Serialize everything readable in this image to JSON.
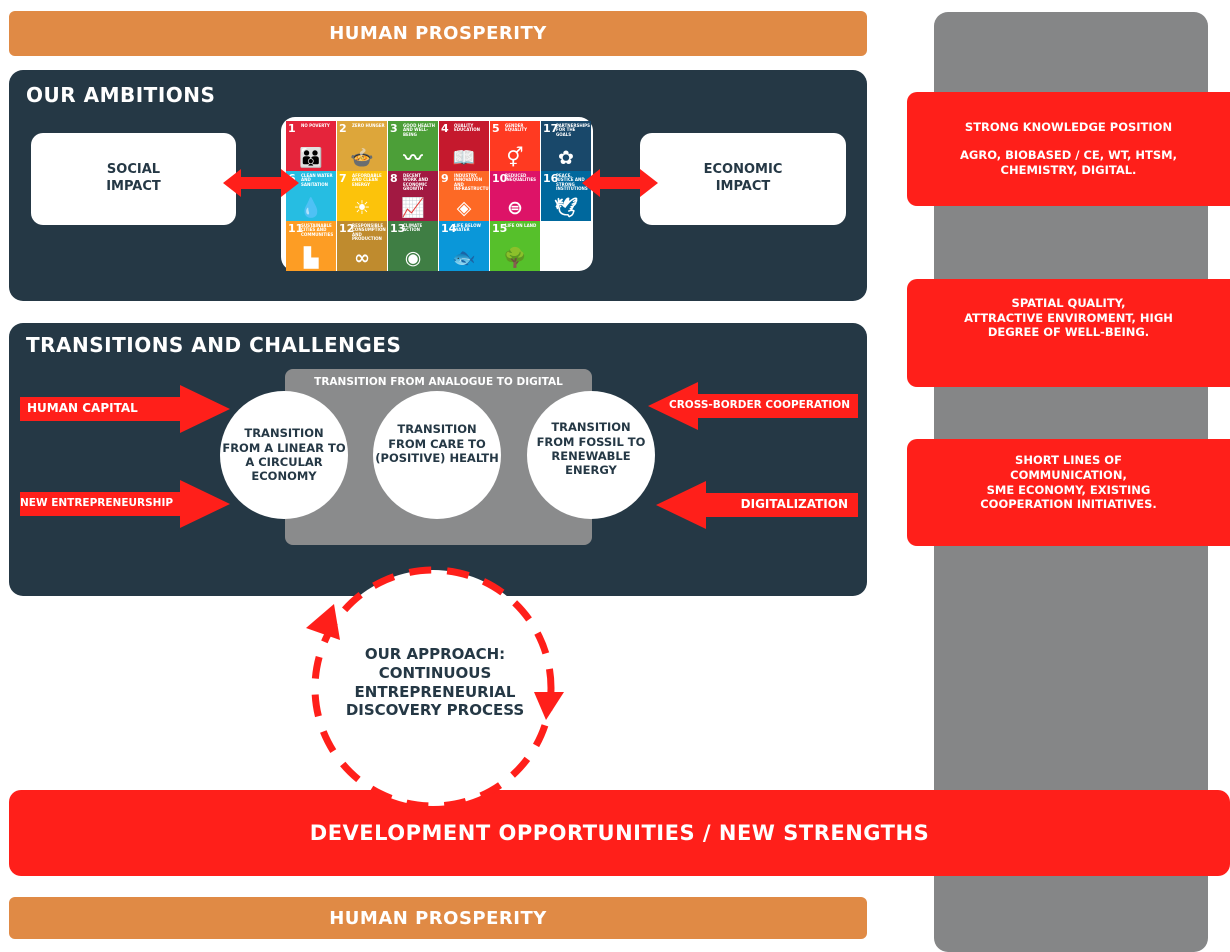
{
  "header": {
    "title": "HUMAN PROSPERITY"
  },
  "footer": {
    "title": "HUMAN PROSPERITY"
  },
  "ambitions": {
    "title": "OUR AMBITIONS",
    "social": "SOCIAL\nIMPACT",
    "economic": "ECONOMIC\nIMPACT"
  },
  "sdgs": [
    {
      "num": "1",
      "label": "NO POVERTY",
      "color": "#e5243b",
      "icon": "👪"
    },
    {
      "num": "2",
      "label": "ZERO HUNGER",
      "color": "#dda63a",
      "icon": "🍲"
    },
    {
      "num": "3",
      "label": "GOOD HEALTH AND WELL-BEING",
      "color": "#4c9f38",
      "icon": "〰"
    },
    {
      "num": "4",
      "label": "QUALITY EDUCATION",
      "color": "#c5192d",
      "icon": "📖"
    },
    {
      "num": "5",
      "label": "GENDER EQUALITY",
      "color": "#ff3a21",
      "icon": "⚥"
    },
    {
      "num": "17",
      "label": "PARTNERSHIPS FOR THE GOALS",
      "color": "#19486a",
      "icon": "✿"
    },
    {
      "num": "6",
      "label": "CLEAN WATER AND SANITATION",
      "color": "#26bde2",
      "icon": "💧"
    },
    {
      "num": "7",
      "label": "AFFORDABLE AND CLEAN ENERGY",
      "color": "#fcc30b",
      "icon": "☀"
    },
    {
      "num": "8",
      "label": "DECENT WORK AND ECONOMIC GROWTH",
      "color": "#a21942",
      "icon": "📈"
    },
    {
      "num": "9",
      "label": "INDUSTRY, INNOVATION AND INFRASTRUCTURE",
      "color": "#fd6925",
      "icon": "◈"
    },
    {
      "num": "10",
      "label": "REDUCED INEQUALITIES",
      "color": "#dd1367",
      "icon": "⊜"
    },
    {
      "num": "16",
      "label": "PEACE, JUSTICE AND STRONG INSTITUTIONS",
      "color": "#00689d",
      "icon": "🕊"
    },
    {
      "num": "11",
      "label": "SUSTAINABLE CITIES AND COMMUNITIES",
      "color": "#fd9d24",
      "icon": "▙"
    },
    {
      "num": "12",
      "label": "RESPONSIBLE CONSUMPTION AND PRODUCTION",
      "color": "#bf8b2e",
      "icon": "∞"
    },
    {
      "num": "13",
      "label": "CLIMATE ACTION",
      "color": "#3f7e44",
      "icon": "◉"
    },
    {
      "num": "14",
      "label": "LIFE BELOW WATER",
      "color": "#0a97d9",
      "icon": "🐟"
    },
    {
      "num": "15",
      "label": "LIFE ON LAND",
      "color": "#56c02b",
      "icon": "🌳"
    }
  ],
  "transitions": {
    "title": "TRANSITIONS AND CHALLENGES",
    "digital_header": "TRANSITION FROM ANALOGUE TO DIGITAL",
    "circles": [
      "TRANSITION\nFROM A LINEAR TO\nA CIRCULAR\nECONOMY",
      "TRANSITION\nFROM CARE TO\n(POSITIVE) HEALTH",
      "TRANSITION\nFROM FOSSIL TO\nRENEWABLE\nENERGY"
    ],
    "left_arrows": [
      "HUMAN CAPITAL",
      "NEW ENTREPRENEURSHIP"
    ],
    "right_arrows": [
      "CROSS-BORDER COOPERATION",
      "DIGITALIZATION"
    ]
  },
  "approach": {
    "text": "OUR APPROACH:\nCONTINUOUS\nENTREPRENEURIAL\nDISCOVERY PROCESS"
  },
  "development": {
    "title": "DEVELOPMENT OPPORTUNITIES / NEW STRENGTHS"
  },
  "strengths": [
    {
      "line1": "STRONG KNOWLEDGE POSITION",
      "line2": "AGRO, BIOBASED / CE, WT, HTSM,\nCHEMISTRY, DIGITAL."
    },
    {
      "line1": "SPATIAL QUALITY,\nATTRACTIVE ENVIROMENT, HIGH\nDEGREE OF WELL-BEING.",
      "line2": ""
    },
    {
      "line1": "SHORT LINES OF\nCOMMUNICATION,\nSME ECONOMY, EXISTING\nCOOPERATION INITIATIVES.",
      "line2": ""
    }
  ],
  "colors": {
    "navy": "#253845",
    "orange": "#e08a45",
    "red": "#ff1f1a",
    "grey": "#858687"
  }
}
